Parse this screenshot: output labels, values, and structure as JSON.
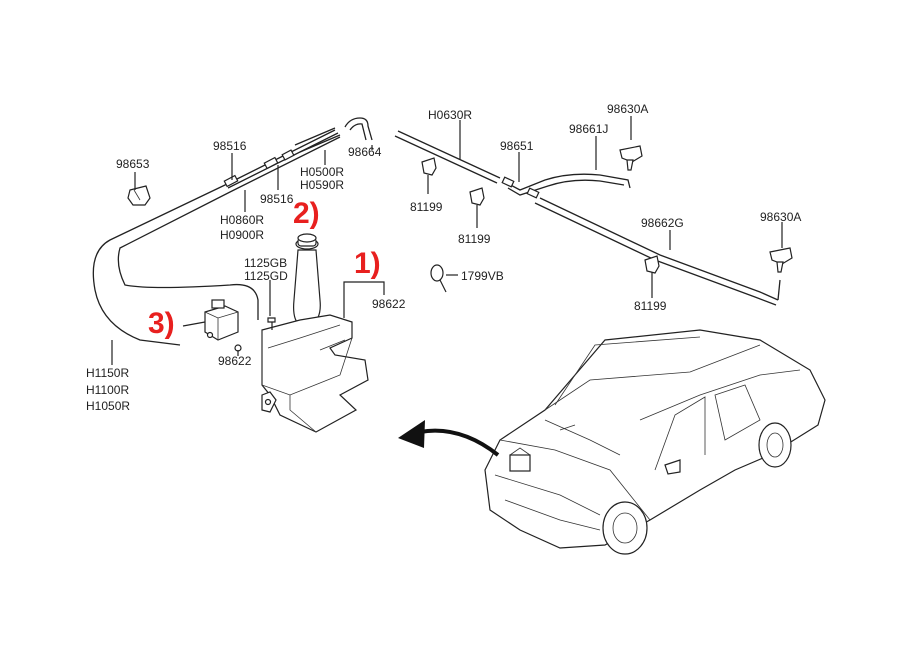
{
  "parts": {
    "p98653": "98653",
    "p98516a": "98516",
    "p98516b": "98516",
    "hose_h0860": "H0860R",
    "hose_h0900": "H0900R",
    "hose_h0500": "H0500R",
    "hose_h0590": "H0590R",
    "p98664": "98664",
    "hose_h0630": "H0630R",
    "p98651": "98651",
    "p98661j": "98661J",
    "p98630a_a": "98630A",
    "p98630a_b": "98630A",
    "p81199_a": "81199",
    "p81199_b": "81199",
    "p81199_c": "81199",
    "p98662g": "98662G",
    "p1799vb": "1799VB",
    "p1125gb": "1125GB",
    "p1125gd": "1125GD",
    "p98622a": "98622",
    "p98622b": "98622",
    "hose_h1150": "H1150R",
    "hose_h1100": "H1100R",
    "hose_h1050": "H1050R"
  },
  "callouts": {
    "one": "1)",
    "two": "2)",
    "three": "3)"
  },
  "colors": {
    "callout": "#e8201f",
    "line": "#222222"
  }
}
